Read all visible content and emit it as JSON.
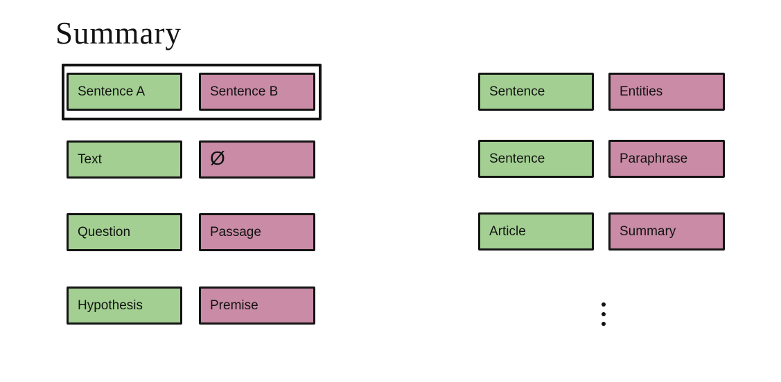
{
  "title": "Summary",
  "colors": {
    "input_box_green": "#a3d092",
    "output_box_pink": "#c98ba5",
    "outline_black": "#121212",
    "background": "#ffffff"
  },
  "left_pairs": [
    {
      "input": "Sentence A",
      "output": "Sentence B",
      "highlighted": true
    },
    {
      "input": "Text",
      "output": "Ø",
      "highlighted": false
    },
    {
      "input": "Question",
      "output": "Passage",
      "highlighted": false
    },
    {
      "input": "Hypothesis",
      "output": "Premise",
      "highlighted": false
    }
  ],
  "right_pairs": [
    {
      "input": "Sentence",
      "output": "Entities",
      "highlighted": false
    },
    {
      "input": "Sentence",
      "output": "Paraphrase",
      "highlighted": false
    },
    {
      "input": "Article",
      "output": "Summary",
      "highlighted": false
    }
  ],
  "icons": {
    "continuation": "vertical-ellipsis"
  }
}
